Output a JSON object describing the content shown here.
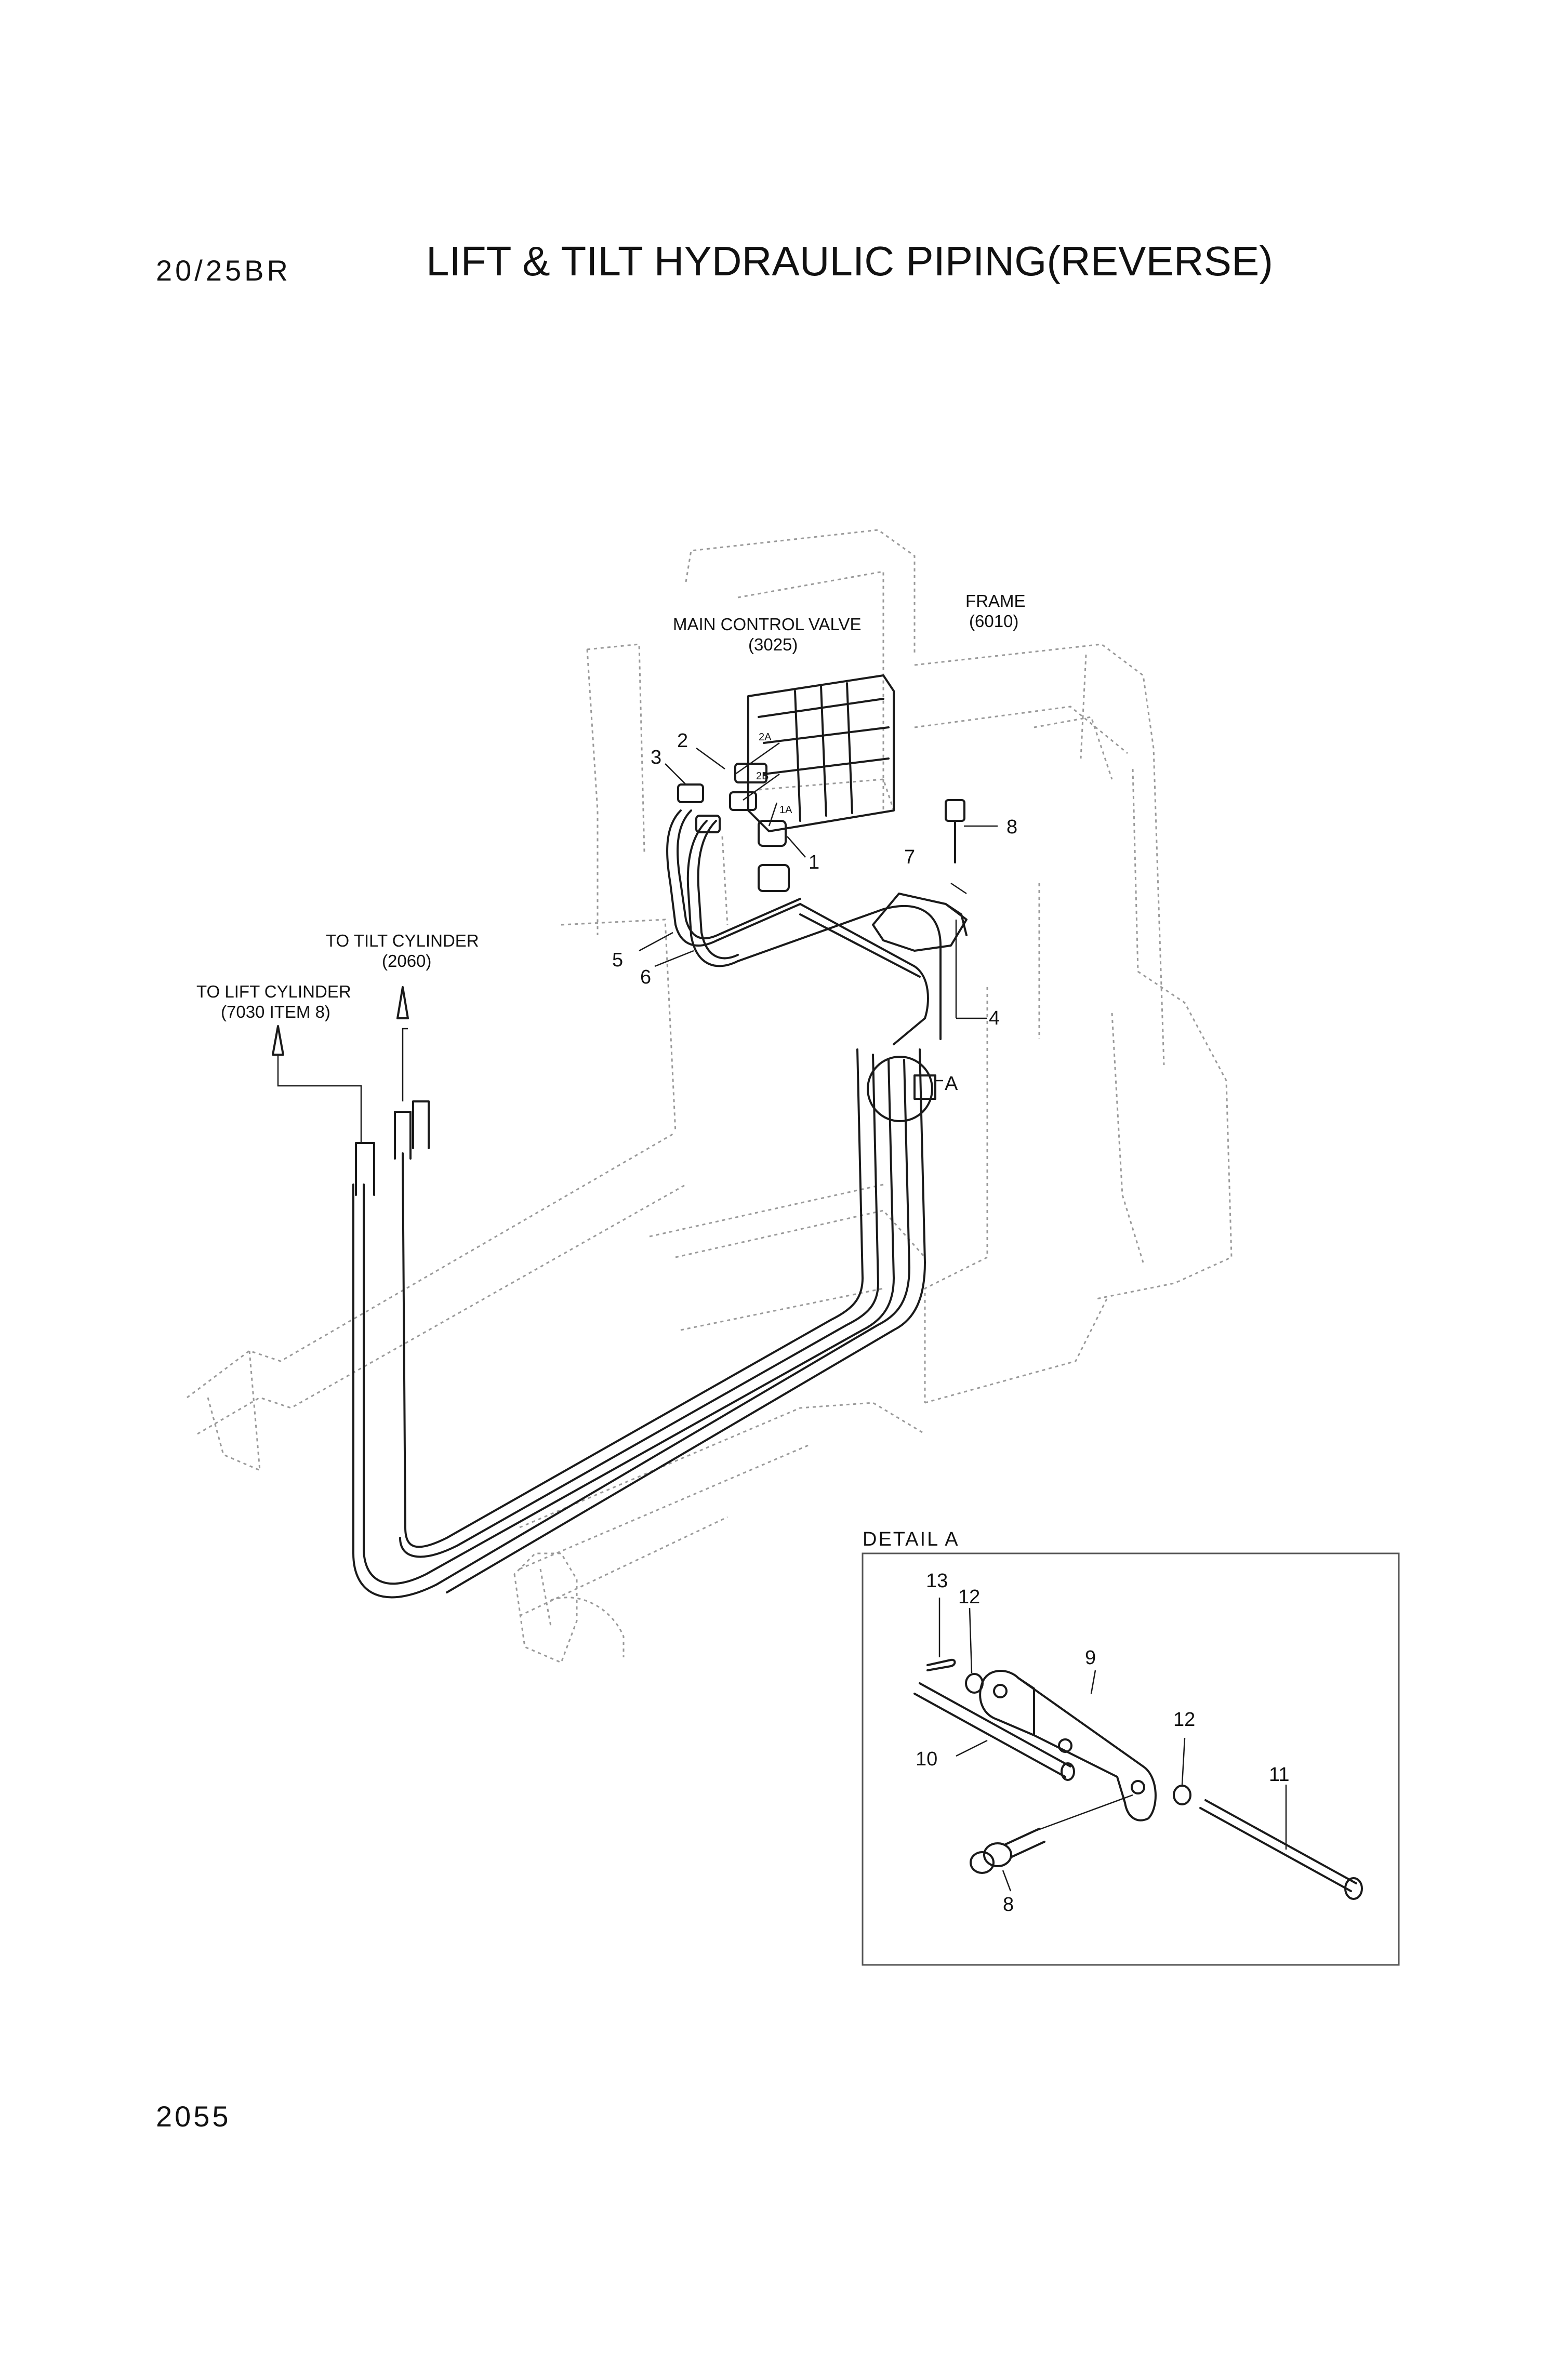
{
  "header": {
    "model": "20/25BR",
    "title": "LIFT & TILT HYDRAULIC PIPING(REVERSE)"
  },
  "labels": {
    "main_control_valve": "MAIN CONTROL VALVE",
    "main_control_valve_ref": "(3025)",
    "frame": "FRAME",
    "frame_ref": "(6010)",
    "to_tilt_cylinder": "TO TILT CYLINDER",
    "to_tilt_cylinder_ref": "(2060)",
    "to_lift_cylinder": "TO LIFT CYLINDER",
    "to_lift_cylinder_ref": "(7030 ITEM 8)",
    "port_2a": "2A",
    "port_2b": "2B",
    "port_1a": "1A",
    "detail_marker": "A"
  },
  "callouts": {
    "c1": "1",
    "c2": "2",
    "c3": "3",
    "c4": "4",
    "c5": "5",
    "c6": "6",
    "c7": "7",
    "c8": "8"
  },
  "detail": {
    "title": "DETAIL A",
    "c8": "8",
    "c9": "9",
    "c10": "10",
    "c11": "11",
    "c12a": "12",
    "c12b": "12",
    "c13": "13"
  },
  "footer": {
    "page_number": "2055"
  }
}
